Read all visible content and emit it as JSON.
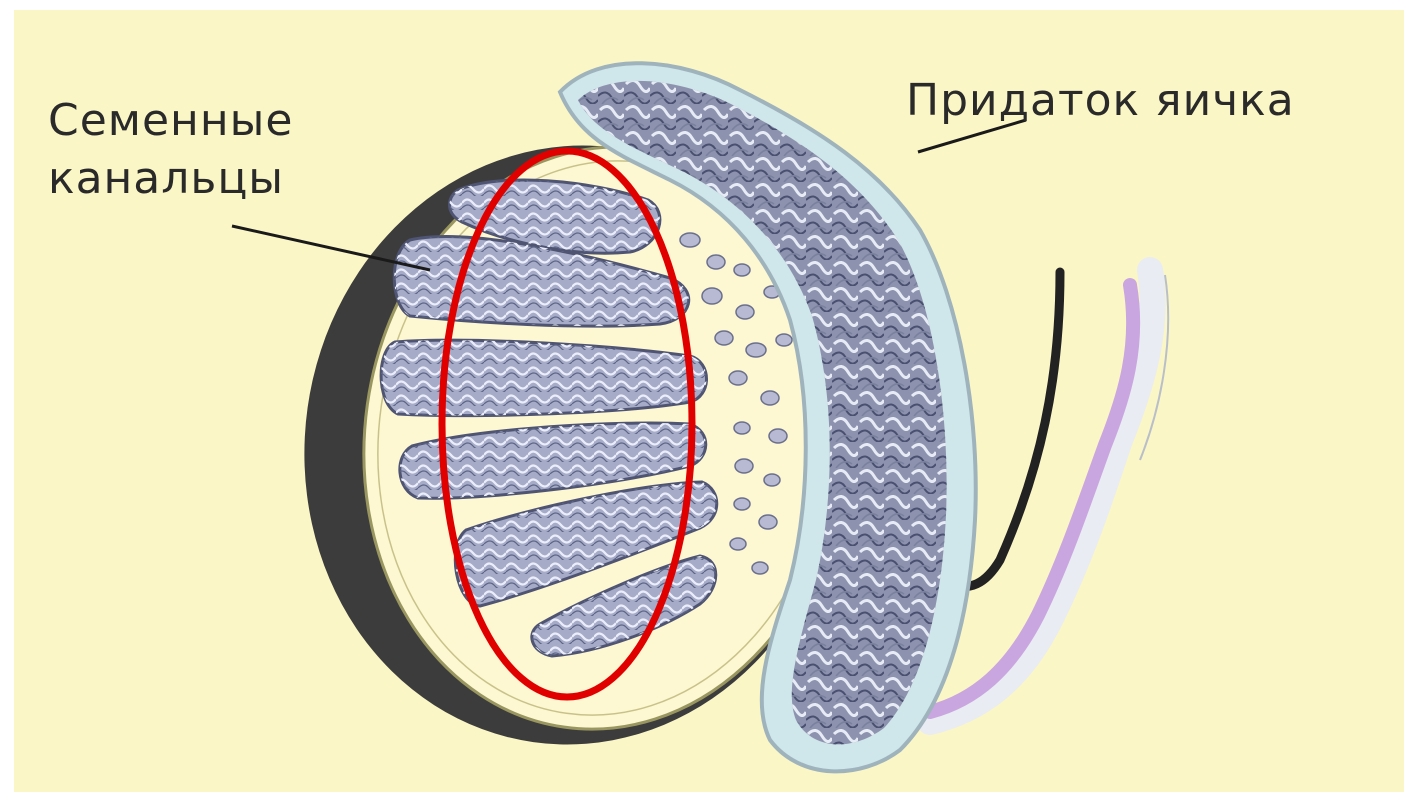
{
  "labels": {
    "tubules_line1": "Семенные",
    "tubules_line2": "канальцы",
    "epididymis": "Придаток яичка"
  },
  "colors": {
    "background": "#fbf6c5",
    "tubule_fill": "#a6acc8",
    "tubule_outline": "#4e5472",
    "capsule": "#3a3a3a",
    "epididymis_sheath": "#cfe6ea",
    "duct": "#c9a6e0",
    "highlight": "#e00000"
  }
}
